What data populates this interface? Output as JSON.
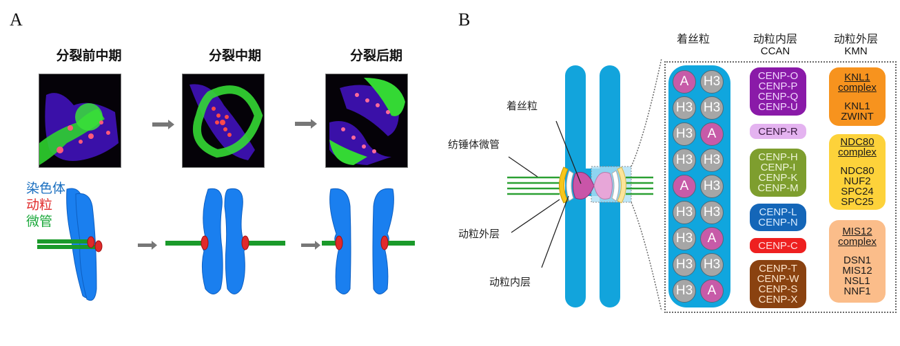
{
  "panel_a": {
    "label": "A",
    "stages": [
      {
        "title": "分裂前中期"
      },
      {
        "title": "分裂中期"
      },
      {
        "title": "分裂后期"
      }
    ],
    "legend": [
      {
        "label": "染色体",
        "color": "#1a6fc0"
      },
      {
        "label": "动粒",
        "color": "#e02a2a"
      },
      {
        "label": "微管",
        "color": "#1aa83a"
      }
    ]
  },
  "panel_b": {
    "label": "B",
    "callouts": {
      "centromere": "着丝粒",
      "spindle_microtubule": "纺锤体微管",
      "outer_kinetochore": "动粒外层",
      "inner_kinetochore": "动粒内层"
    },
    "columns": {
      "centromere": {
        "title": "着丝粒"
      },
      "inner": {
        "title": "动粒内层",
        "subtitle": "CCAN"
      },
      "outer": {
        "title": "动粒外层",
        "subtitle": "KMN"
      }
    },
    "nucleosomes": [
      [
        "A",
        "H3"
      ],
      [
        "H3",
        "H3"
      ],
      [
        "H3",
        "A"
      ],
      [
        "H3",
        "H3"
      ],
      [
        "A",
        "H3"
      ],
      [
        "H3",
        "H3"
      ],
      [
        "H3",
        "A"
      ],
      [
        "H3",
        "H3"
      ],
      [
        "H3",
        "A"
      ]
    ],
    "ccan_groups": [
      {
        "items": [
          "CENP-O",
          "CENP-P",
          "CENP-Q",
          "CENP-U"
        ],
        "bg": "#8a1aa8",
        "fg": "#f3d8ff"
      },
      {
        "items": [
          "CENP-R"
        ],
        "bg": "#e4b3f0",
        "fg": "#3a1a40"
      },
      {
        "items": [
          "CENP-H",
          "CENP-I",
          "CENP-K",
          "CENP-M"
        ],
        "bg": "#7e9e2e",
        "fg": "#eef5d8"
      },
      {
        "items": [
          "CENP-L",
          "CENP-N"
        ],
        "bg": "#1466b8",
        "fg": "#d8ecff"
      },
      {
        "items": [
          "CENP-C"
        ],
        "bg": "#ee2020",
        "fg": "#ffe0e0"
      },
      {
        "items": [
          "CENP-T",
          "CENP-W",
          "CENP-S",
          "CENP-X"
        ],
        "bg": "#8a4210",
        "fg": "#ffe6cc"
      }
    ],
    "kmn_groups": [
      {
        "title": [
          "KNL1",
          "complex"
        ],
        "items": [
          "KNL1",
          "ZWINT"
        ],
        "bg": "#f7931e",
        "fg": "#1a1a1a"
      },
      {
        "title": [
          "NDC80",
          "complex"
        ],
        "items": [
          "NDC80",
          "NUF2",
          "SPC24",
          "SPC25"
        ],
        "bg": "#fdd23a",
        "fg": "#1a1a1a"
      },
      {
        "title": [
          "MIS12",
          "complex"
        ],
        "items": [
          "DSN1",
          "MIS12",
          "NSL1",
          "NNF1"
        ],
        "bg": "#fbbd8a",
        "fg": "#1a1a1a"
      }
    ]
  }
}
